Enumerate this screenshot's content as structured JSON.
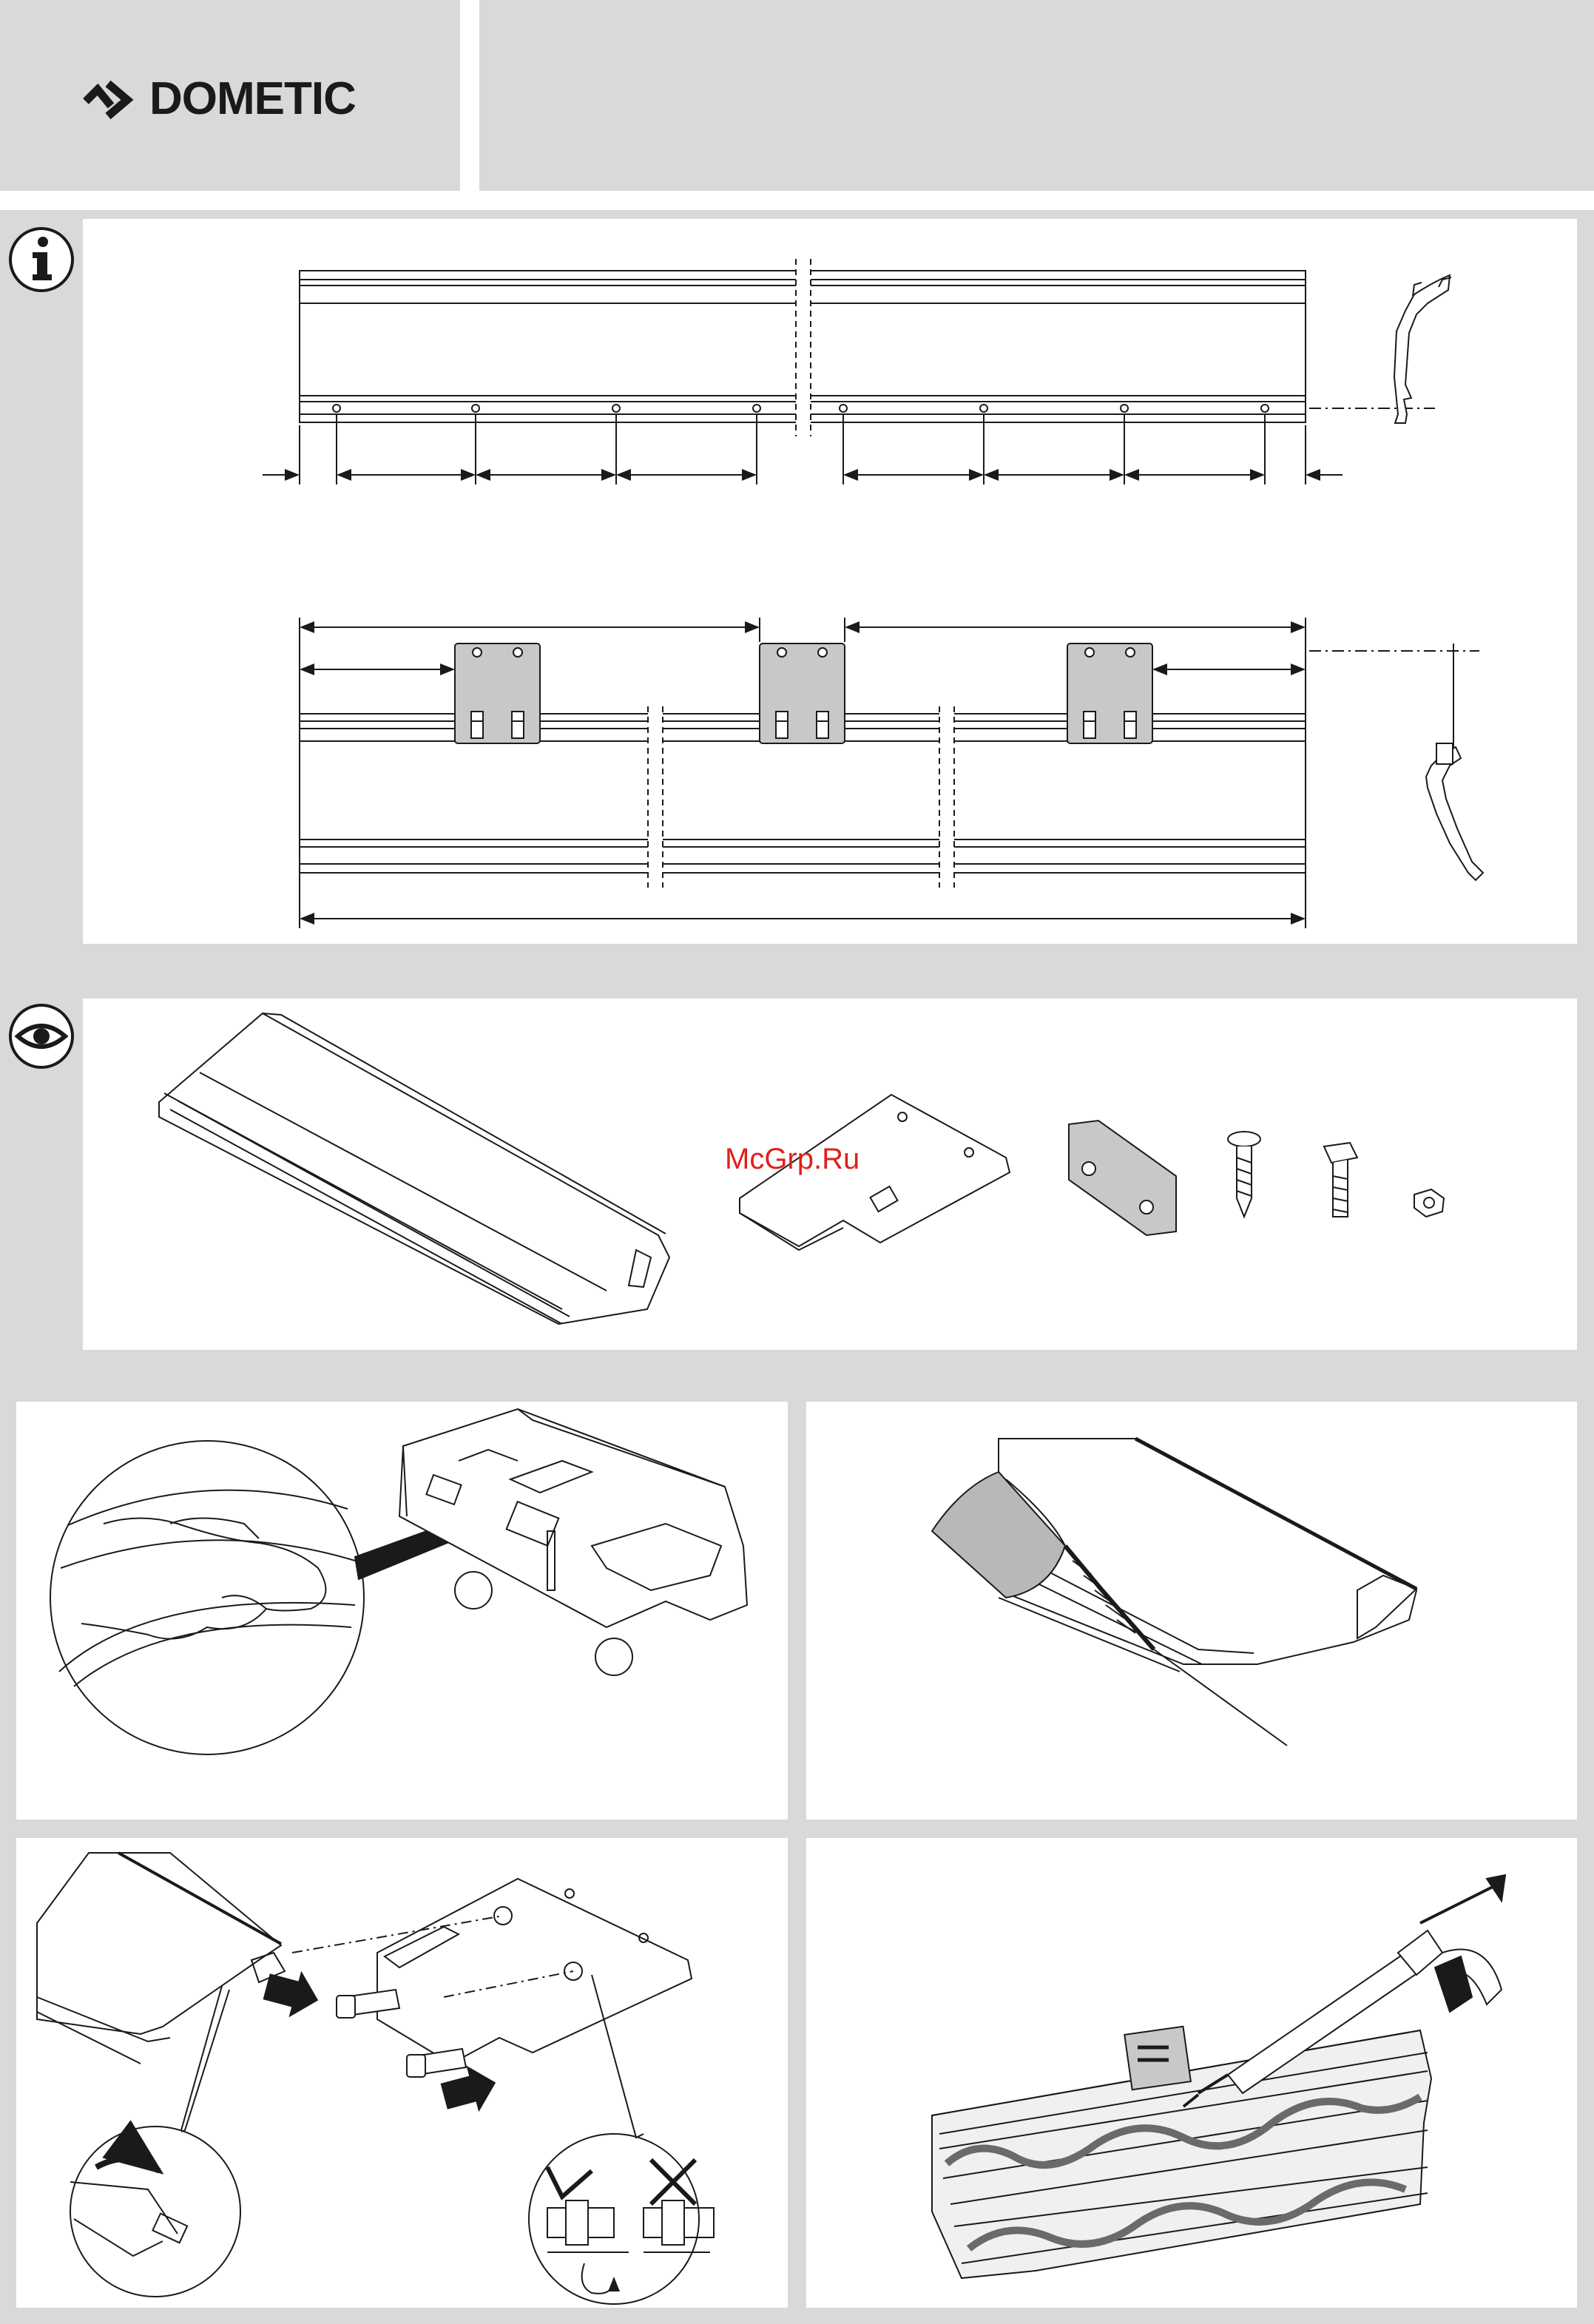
{
  "header": {
    "brand": "DOMETIC",
    "brand_icon": "dometic-chevron-logo"
  },
  "sections": {
    "info": {
      "icon": "info-icon"
    },
    "scope": {
      "icon": "eye-icon"
    }
  },
  "watermark": "McGrp.Ru",
  "colors": {
    "background": "#d9d9d9",
    "panel": "#ffffff",
    "line": "#1a1a1a",
    "part_fill": "#c8c8c8",
    "watermark": "#e0201b"
  }
}
